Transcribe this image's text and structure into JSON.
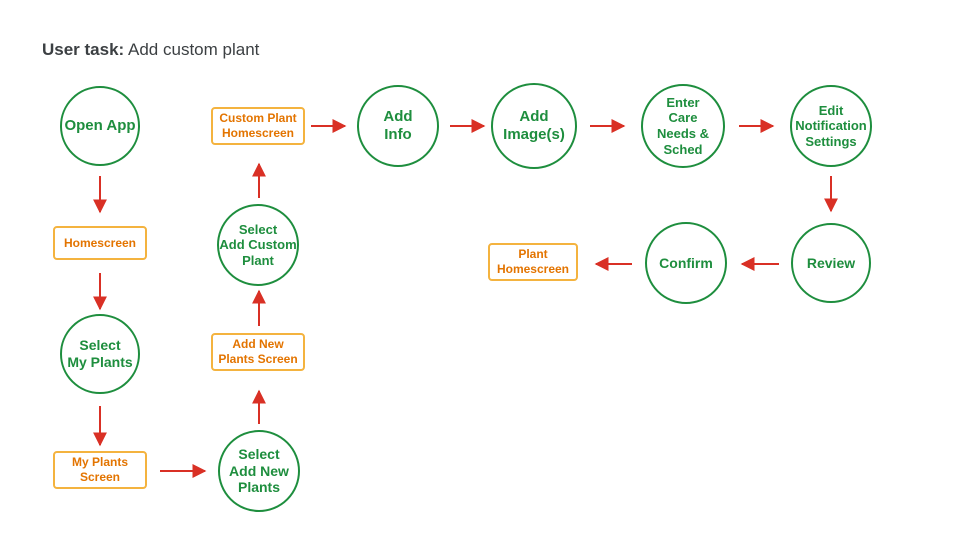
{
  "title": {
    "prefix": "User task:",
    "text": "Add custom plant"
  },
  "colors": {
    "step": "#1e8e3e",
    "screen_border": "#f4b33f",
    "screen_text": "#e37400",
    "arrow": "#d93025"
  },
  "nodes": [
    {
      "id": "open-app",
      "shape": "circle",
      "lines": [
        "Open App"
      ]
    },
    {
      "id": "homescreen",
      "shape": "rect",
      "lines": [
        "Homescreen"
      ]
    },
    {
      "id": "select-my-plants",
      "shape": "circle",
      "lines": [
        "Select",
        "My Plants"
      ]
    },
    {
      "id": "my-plants-screen",
      "shape": "rect",
      "lines": [
        "My Plants",
        "Screen"
      ]
    },
    {
      "id": "select-add-new-plants",
      "shape": "circle",
      "lines": [
        "Select",
        "Add New",
        "Plants"
      ]
    },
    {
      "id": "add-new-plants-screen",
      "shape": "rect",
      "lines": [
        "Add New",
        "Plants Screen"
      ]
    },
    {
      "id": "select-add-custom-plant",
      "shape": "circle",
      "lines": [
        "Select",
        "Add Custom",
        "Plant"
      ]
    },
    {
      "id": "custom-plant-homescreen",
      "shape": "rect",
      "lines": [
        "Custom Plant",
        "Homescreen"
      ]
    },
    {
      "id": "add-info",
      "shape": "circle",
      "lines": [
        "Add",
        "Info"
      ]
    },
    {
      "id": "add-images",
      "shape": "circle",
      "lines": [
        "Add",
        "Image(s)"
      ]
    },
    {
      "id": "enter-care-needs",
      "shape": "circle",
      "lines": [
        "Enter",
        "Care",
        "Needs &",
        "Sched"
      ]
    },
    {
      "id": "edit-notification-settings",
      "shape": "circle",
      "lines": [
        "Edit",
        "Notification",
        "Settings"
      ]
    },
    {
      "id": "review",
      "shape": "circle",
      "lines": [
        "Review"
      ]
    },
    {
      "id": "confirm",
      "shape": "circle",
      "lines": [
        "Confirm"
      ]
    },
    {
      "id": "plant-homescreen",
      "shape": "rect",
      "lines": [
        "Plant",
        "Homescreen"
      ]
    }
  ],
  "edges": [
    [
      "open-app",
      "homescreen"
    ],
    [
      "homescreen",
      "select-my-plants"
    ],
    [
      "select-my-plants",
      "my-plants-screen"
    ],
    [
      "my-plants-screen",
      "select-add-new-plants"
    ],
    [
      "select-add-new-plants",
      "add-new-plants-screen"
    ],
    [
      "add-new-plants-screen",
      "select-add-custom-plant"
    ],
    [
      "select-add-custom-plant",
      "custom-plant-homescreen"
    ],
    [
      "custom-plant-homescreen",
      "add-info"
    ],
    [
      "add-info",
      "add-images"
    ],
    [
      "add-images",
      "enter-care-needs"
    ],
    [
      "enter-care-needs",
      "edit-notification-settings"
    ],
    [
      "edit-notification-settings",
      "review"
    ],
    [
      "review",
      "confirm"
    ],
    [
      "confirm",
      "plant-homescreen"
    ]
  ]
}
